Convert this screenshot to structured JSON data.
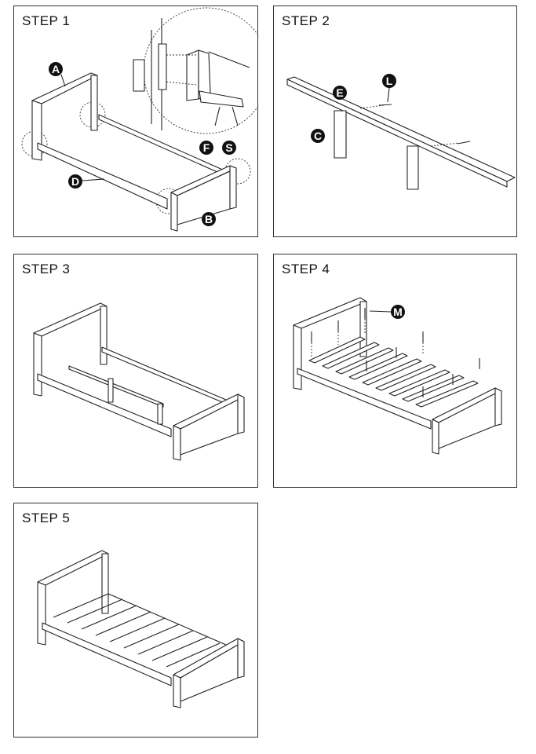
{
  "steps": [
    {
      "title": "STEP 1",
      "labels": [
        "A",
        "B",
        "D",
        "F",
        "S"
      ]
    },
    {
      "title": "STEP 2",
      "labels": [
        "E",
        "L",
        "C"
      ]
    },
    {
      "title": "STEP 3",
      "labels": []
    },
    {
      "title": "STEP 4",
      "labels": [
        "M"
      ]
    },
    {
      "title": "STEP 5",
      "labels": []
    }
  ]
}
